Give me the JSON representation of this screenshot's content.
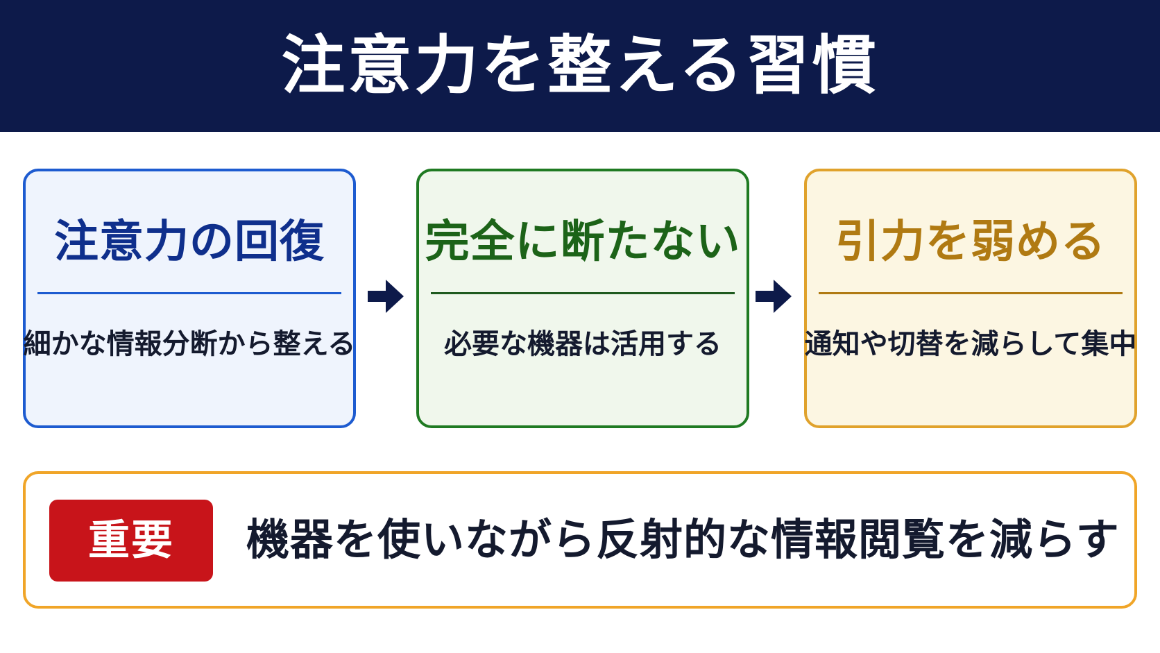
{
  "header": {
    "title": "注意力を整える習慣"
  },
  "steps": [
    {
      "title": "注意力の回復",
      "description": "細かな情報分断から整える",
      "color": "#1d5bd0"
    },
    {
      "title": "完全に断たない",
      "description": "必要な機器は活用する",
      "color": "#1f7a22"
    },
    {
      "title": "引力を弱める",
      "description": "通知や切替を減らして集中",
      "color": "#e0a22c"
    }
  ],
  "arrows": [
    {
      "icon": "right-arrow-icon"
    },
    {
      "icon": "right-arrow-icon"
    }
  ],
  "note": {
    "badge": "重要",
    "text": "機器を使いながら反射的な情報閲覧を減らす",
    "border_color": "#f0a528",
    "badge_color": "#c8141a"
  },
  "colors": {
    "header_bg": "#0d1a4a"
  }
}
